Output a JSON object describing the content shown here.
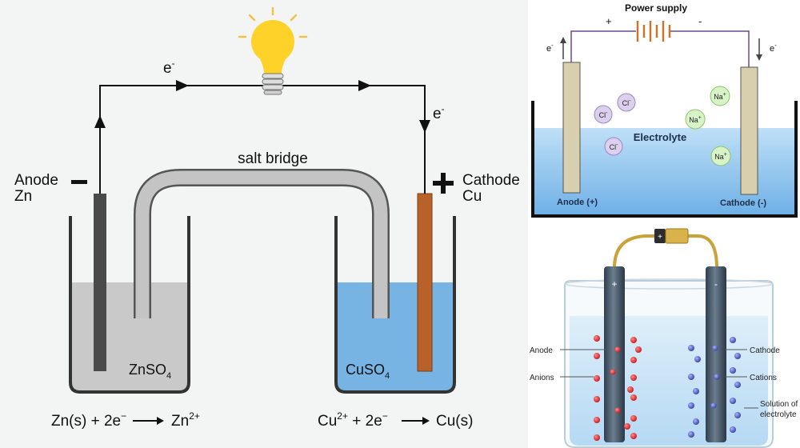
{
  "galvanic": {
    "electron_top": "e",
    "electron_top_sup": "-",
    "electron_right": "e",
    "electron_right_sup": "-",
    "salt_bridge": "salt bridge",
    "anode_label": "Anode",
    "anode_metal": "Zn",
    "anode_sign": "−",
    "cathode_label": "Cathode",
    "cathode_metal": "Cu",
    "cathode_sign": "+",
    "left_solution": "ZnSO",
    "left_solution_sub": "4",
    "right_solution": "CuSO",
    "right_solution_sub": "4",
    "left_eq_a": "Zn(s) + 2e",
    "left_eq_sup": "−",
    "left_eq_b": "Zn",
    "left_eq_b_sup": "2+",
    "right_eq_a": "Cu",
    "right_eq_sup1": "2+",
    "right_eq_b": " + 2e",
    "right_eq_sup2": "−",
    "right_eq_c": "Cu(s)"
  },
  "electrolysis": {
    "power_supply": "Power supply",
    "plus": "+",
    "minus": "-",
    "e_left": "e",
    "e_left_sup": "-",
    "e_right": "e",
    "e_right_sup": "-",
    "electrolyte": "Electrolyte",
    "anode": "Anode (+)",
    "cathode": "Cathode (-)",
    "ions": [
      {
        "label": "Cl",
        "sup": "-",
        "type": "anion"
      },
      {
        "label": "Cl",
        "sup": "-",
        "type": "anion"
      },
      {
        "label": "Cl",
        "sup": "-",
        "type": "anion"
      },
      {
        "label": "Na",
        "sup": "+",
        "type": "cation"
      },
      {
        "label": "Na",
        "sup": "+",
        "type": "cation"
      },
      {
        "label": "Na",
        "sup": "+",
        "type": "cation"
      }
    ]
  },
  "beaker": {
    "plus_terminal": "+",
    "minus_terminal": "-",
    "battery_sign": "+",
    "anode": "Anode",
    "anions": "Anions",
    "cathode": "Cathode",
    "cations": "Cations",
    "solution_line1": "Solution of",
    "solution_line2": "electrolyte"
  },
  "colors": {
    "zn_solution": "#c9c9c9",
    "cu_solution": "#77b3e3",
    "zn_electrode": "#4a4a4a",
    "cu_electrode": "#b8622a",
    "bulb": "#ffd22a",
    "electrolyte": "#a9d3f4",
    "anion_dot": "#d9262a",
    "cation_dot": "#4a57b0"
  }
}
